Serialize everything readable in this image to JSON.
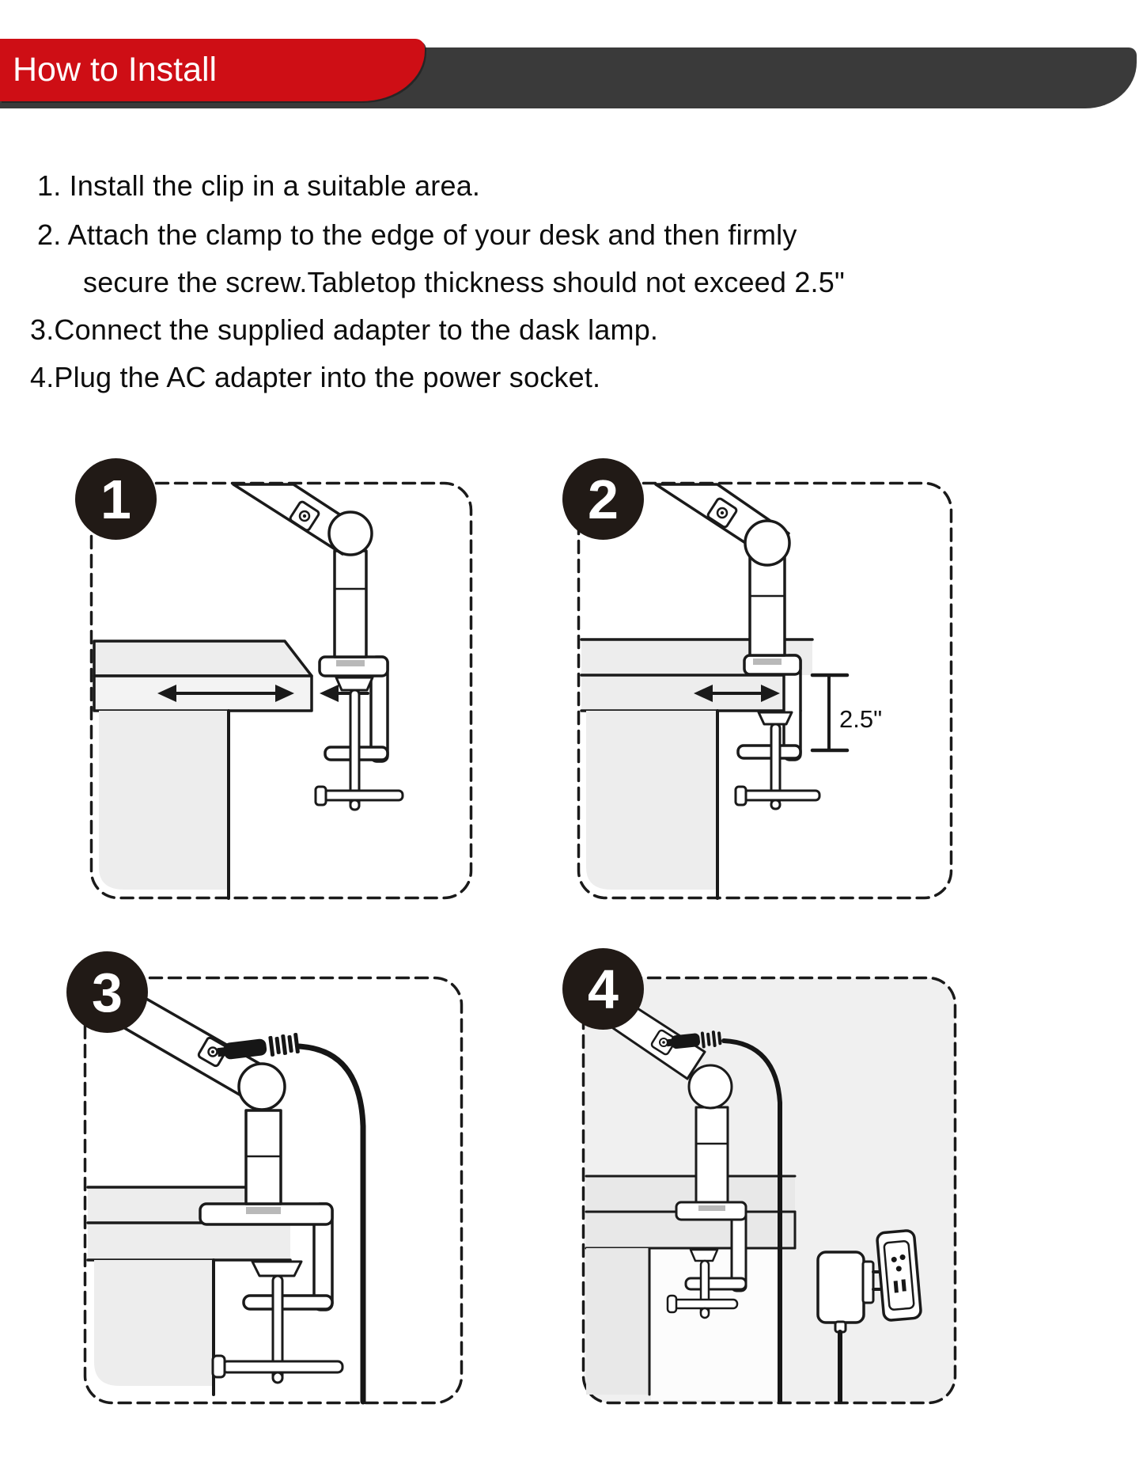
{
  "header": {
    "title": "How to Install"
  },
  "steps": [
    {
      "text": "1. Install the clip in a suitable area."
    },
    {
      "text": "2. Attach the clamp to the edge of your desk and then firmly"
    },
    {
      "text": "secure the screw.Tabletop thickness should not exceed 2.5\""
    },
    {
      "text": "3.Connect the supplied adapter to the dask lamp."
    },
    {
      "text": "4.Plug the AC adapter into the power socket."
    }
  ],
  "panels": [
    {
      "number": "1",
      "illustration": "clamp-slides-onto-desk-edge"
    },
    {
      "number": "2",
      "illustration": "clamp-secured-max-thickness",
      "dimension_label": "2.5\""
    },
    {
      "number": "3",
      "illustration": "adapter-plug-into-lamp-arm"
    },
    {
      "number": "4",
      "illustration": "ac-adapter-into-wall-socket"
    }
  ],
  "colors": {
    "banner_red": "#ce0e15",
    "bar_charcoal": "#3a3a3a",
    "badge_black": "#211a16",
    "ink": "#1a1a1a",
    "desk_gray": "#ededed",
    "wall_gray": "#f0f0f0"
  }
}
